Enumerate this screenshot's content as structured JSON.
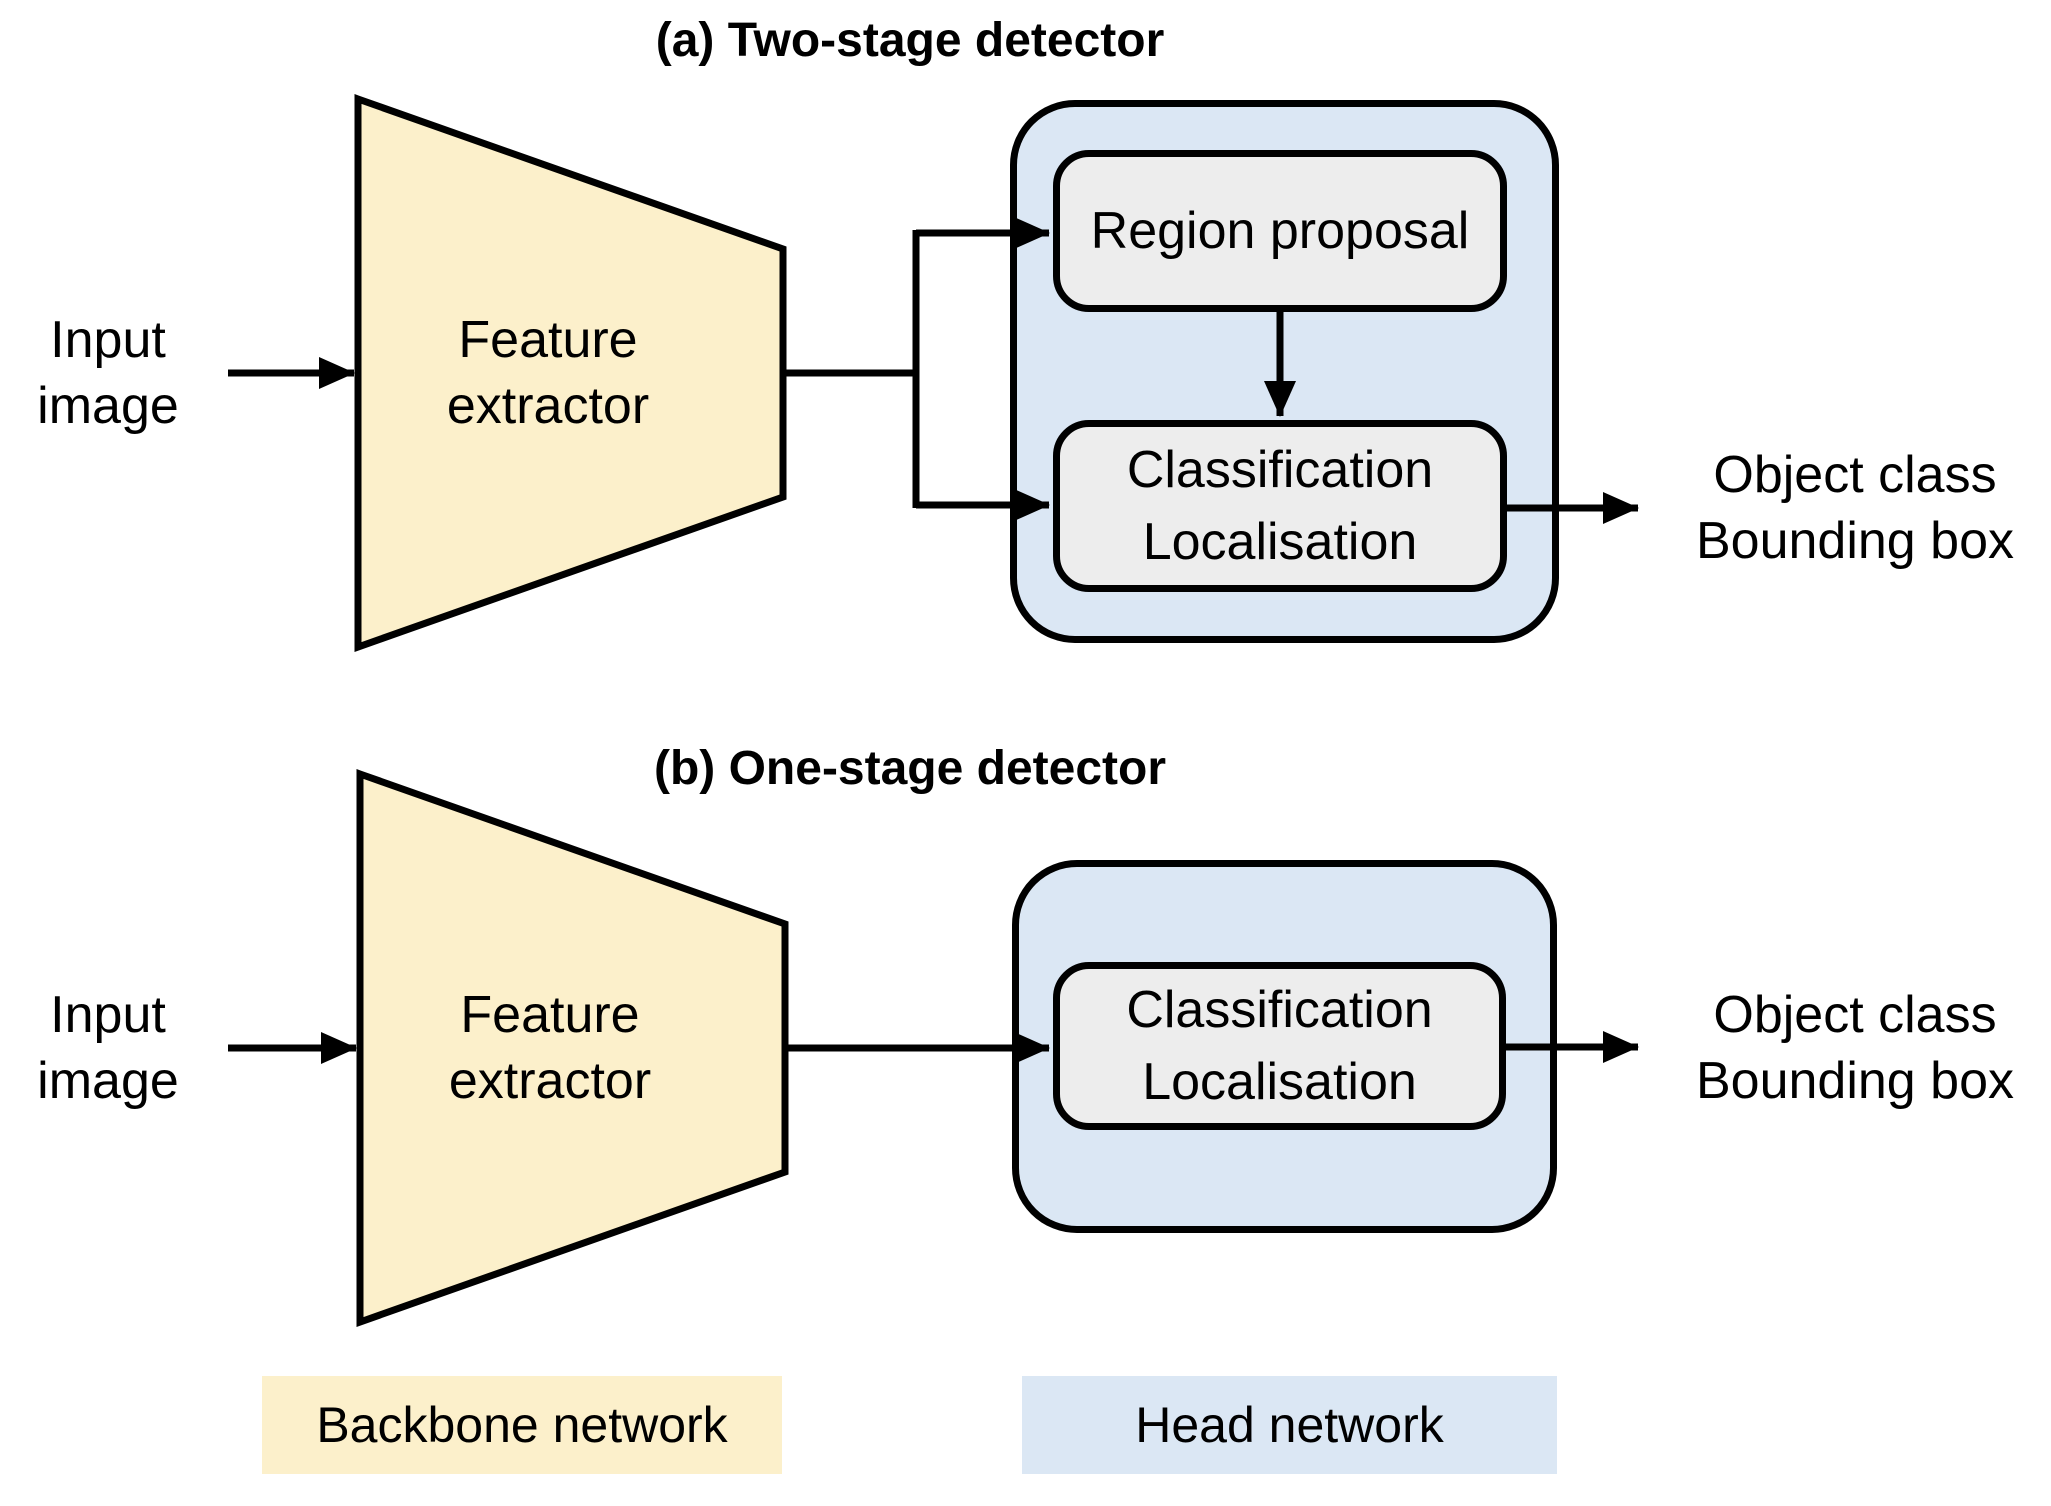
{
  "colors": {
    "backbone_fill": "#FCF0CB",
    "head_fill": "#DBE7F4",
    "module_fill": "#EDEDED",
    "stroke": "#000000"
  },
  "section_a": {
    "title": "(a) Two-stage detector",
    "input": {
      "line1": "Input",
      "line2": "image"
    },
    "feature_extractor": {
      "line1": "Feature",
      "line2": "extractor"
    },
    "region_proposal": {
      "label": "Region proposal"
    },
    "classification": {
      "line1": "Classification",
      "line2": "Localisation"
    },
    "output": {
      "line1": "Object class",
      "line2": "Bounding box"
    }
  },
  "section_b": {
    "title": "(b) One-stage detector",
    "input": {
      "line1": "Input",
      "line2": "image"
    },
    "feature_extractor": {
      "line1": "Feature",
      "line2": "extractor"
    },
    "classification": {
      "line1": "Classification",
      "line2": "Localisation"
    },
    "output": {
      "line1": "Object class",
      "line2": "Bounding box"
    }
  },
  "legend": {
    "backbone": "Backbone network",
    "head": "Head network"
  }
}
